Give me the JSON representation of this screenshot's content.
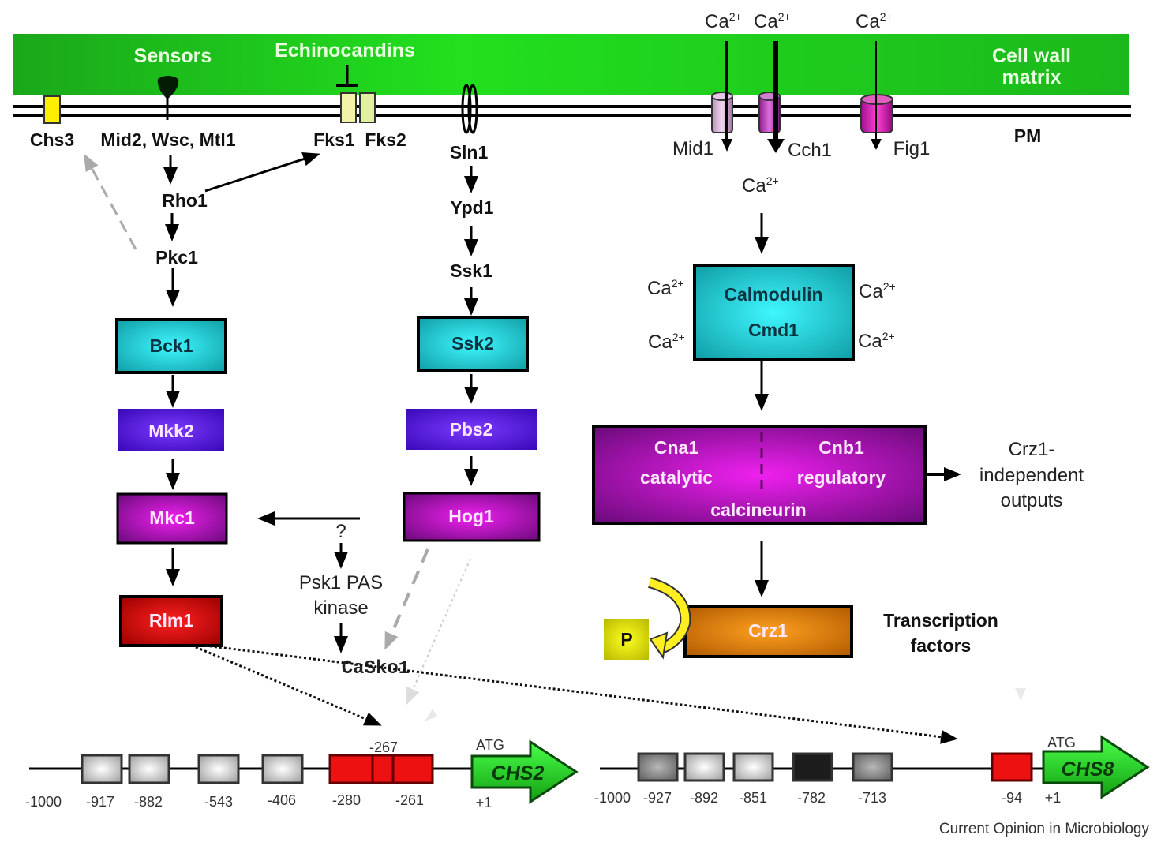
{
  "title": "Cell wall integrity, HOG and calcineurin signalling pathways regulating chitin synthase genes",
  "cell_wall": {
    "label_line1": "Cell wall",
    "label_line2": "matrix",
    "sensors_label": "Sensors",
    "echinocandins_label": "Echinocandins",
    "pm_label": "PM",
    "color": "#22c81e"
  },
  "membrane_proteins": {
    "chs3": "Chs3",
    "sensors": "Mid2, Wsc, Mtl1",
    "fks": "Fks1  Fks2",
    "sln1": "Sln1",
    "mid1": "Mid1",
    "cch1": "Cch1",
    "fig1": "Fig1"
  },
  "calcium": {
    "ion": "Ca",
    "charge": "2+"
  },
  "pkc_pathway": {
    "rho1": "Rho1",
    "pkc1": "Pkc1",
    "bck1": "Bck1",
    "mkk2": "Mkk2",
    "mkc1": "Mkc1",
    "rlm1": "Rlm1"
  },
  "hog_pathway": {
    "ypd1": "Ypd1",
    "ssk1": "Ssk1",
    "ssk2": "Ssk2",
    "pbs2": "Pbs2",
    "hog1": "Hog1"
  },
  "cross_talk": {
    "question": "?",
    "psk1_line1": "Psk1 PAS",
    "psk1_line2": "kinase",
    "casko1": "CaSko1"
  },
  "calcineurin_pathway": {
    "calmodulin": "Calmodulin",
    "cmd1": "Cmd1",
    "cna1": "Cna1",
    "catalytic": "catalytic",
    "cnb1": "Cnb1",
    "regulatory": "regulatory",
    "calcineurin": "calcineurin",
    "crz1_indep_line1": "Crz1-",
    "crz1_indep_line2": "independent",
    "crz1_indep_line3": "outputs",
    "crz1": "Crz1",
    "phosphate": "P",
    "tf_line1": "Transcription",
    "tf_line2": "factors"
  },
  "promoters": {
    "chs2": {
      "gene": "CHS2",
      "atg": "ATG",
      "positions": [
        "-1000",
        "-917",
        "-882",
        "-543",
        "-406",
        "-280",
        "-267",
        "-261",
        "+1"
      ]
    },
    "chs8": {
      "gene": "CHS8",
      "atg": "ATG",
      "positions": [
        "-1000",
        "-927",
        "-892",
        "-851",
        "-782",
        "-713",
        "-94",
        "+1"
      ]
    }
  },
  "credit": "Current Opinion in Microbiology",
  "colors": {
    "cyan_box": "#19c9cf",
    "indigo_box": "#5a12e0",
    "magenta_box": "#a012b0",
    "red_box": "#e00000",
    "orange_box": "#d77a00",
    "yellow_p": "#e6e600",
    "gene_arrow": "#20c020"
  }
}
